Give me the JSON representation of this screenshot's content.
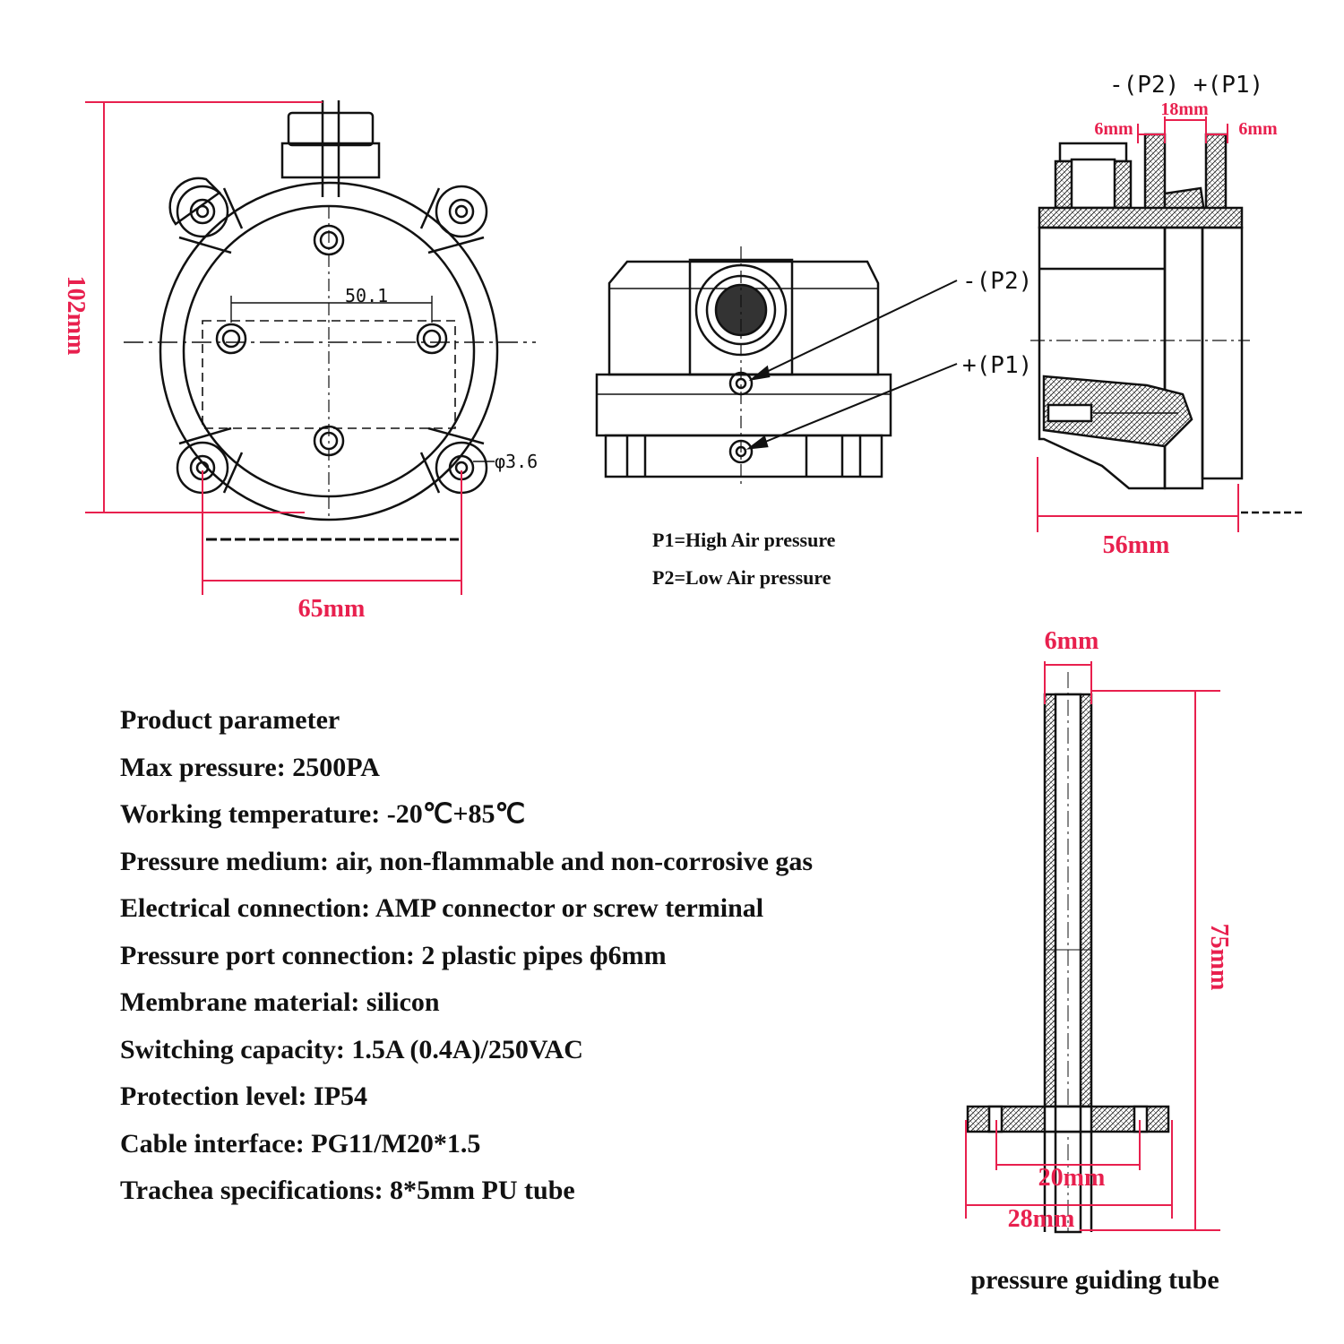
{
  "colors": {
    "dimension": "#e8204e",
    "ink": "#111111",
    "background": "#ffffff"
  },
  "front_view": {
    "height_label": "102mm",
    "width_label": "65mm",
    "hole_spacing_label": "50.1",
    "hole_diameter_label": "φ3.6"
  },
  "middle_view": {
    "p2_label": "-(P2)",
    "p1_label": "+(P1)",
    "legend_p1": "P1=High Air pressure",
    "legend_p2": "P2=Low Air pressure"
  },
  "side_view": {
    "ports_label": "-(P2) +(P1)",
    "port_spacing_label": "18mm",
    "port_left_label": "6mm",
    "port_right_label": "6mm",
    "depth_label": "56mm"
  },
  "tube": {
    "title": "pressure guiding tube",
    "diameter_label": "6mm",
    "length_label": "75mm",
    "hole_spacing_label": "20mm",
    "flange_width_label": "28mm"
  },
  "parameters": [
    "Product parameter",
    "Max pressure: 2500PA",
    "Working temperature: -20℃+85℃",
    "Pressure medium: air, non-flammable and non-corrosive gas",
    "Electrical connection: AMP connector or screw terminal",
    "Pressure port connection: 2 plastic pipes ф6mm",
    "Membrane material: silicon",
    "Switching capacity: 1.5A (0.4A)/250VAC",
    "Protection level: IP54",
    "Cable interface: PG11/M20*1.5",
    "Trachea specifications: 8*5mm PU tube"
  ]
}
